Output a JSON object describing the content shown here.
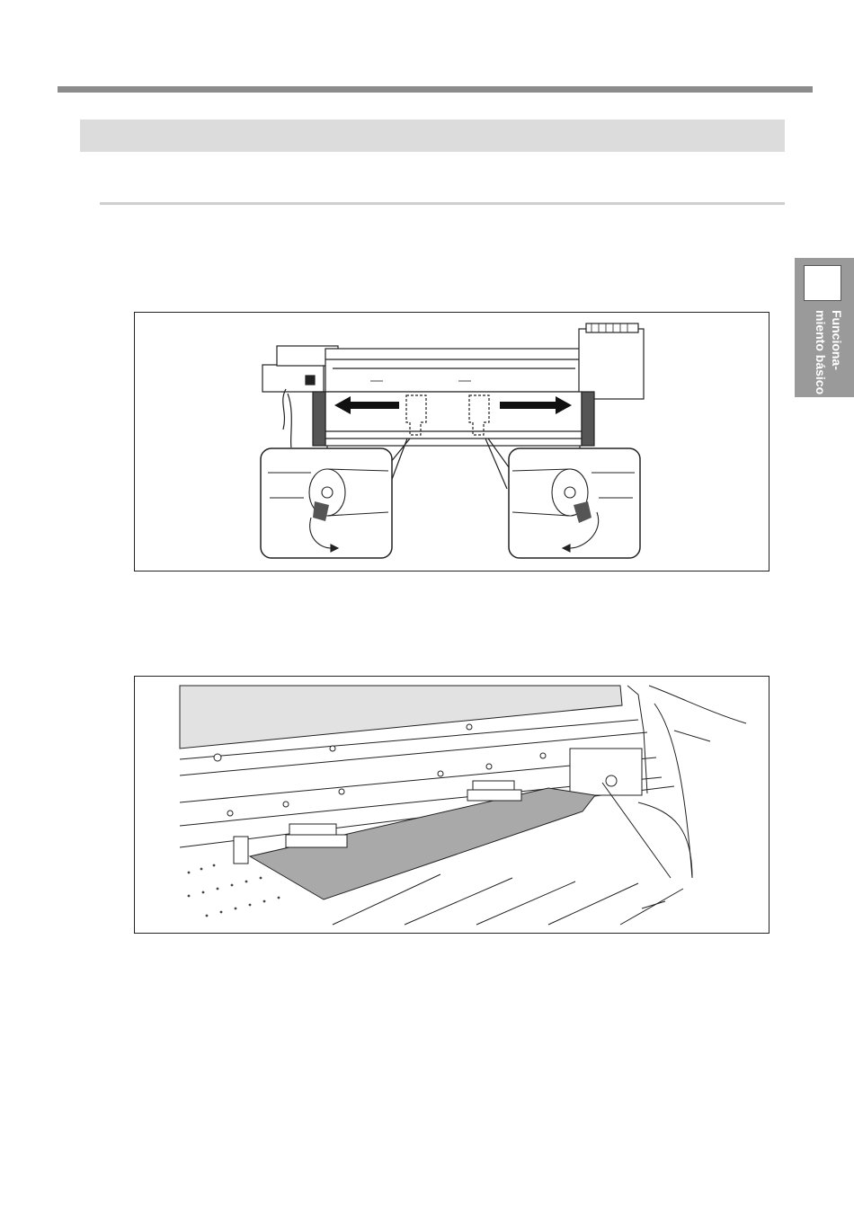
{
  "page": {
    "side_tab": {
      "label_line1": "Funciona-",
      "label_line2": "miento básico"
    }
  },
  "figures": [
    {
      "name": "printer-front-with-roll-holders"
    },
    {
      "name": "media-on-platen-with-clamps"
    }
  ]
}
